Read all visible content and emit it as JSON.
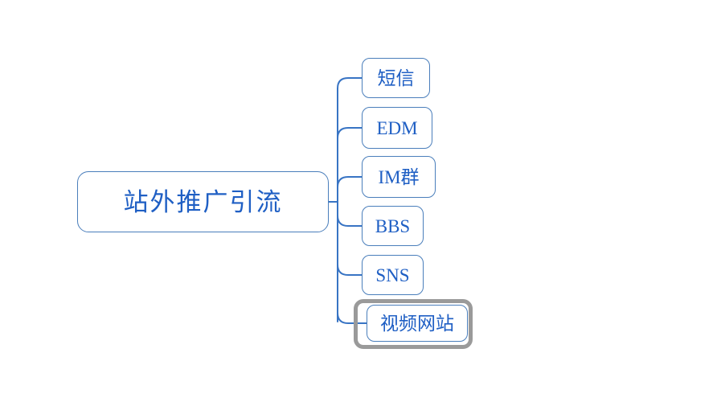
{
  "diagram": {
    "type": "mind-map",
    "title_node": {
      "label": "站外推广引流"
    },
    "branch_nodes": [
      {
        "label": "短信",
        "selected": false
      },
      {
        "label": "EDM",
        "selected": false
      },
      {
        "label": "IM群",
        "selected": false
      },
      {
        "label": "BBS",
        "selected": false
      },
      {
        "label": "SNS",
        "selected": false
      },
      {
        "label": "视频网站",
        "selected": true
      }
    ],
    "colors": {
      "node_border": "#4a7ebb",
      "node_text": "#1f5fc4",
      "connector": "#3874c4",
      "selection_border": "#9a9a9a",
      "background": "#ffffff"
    }
  }
}
